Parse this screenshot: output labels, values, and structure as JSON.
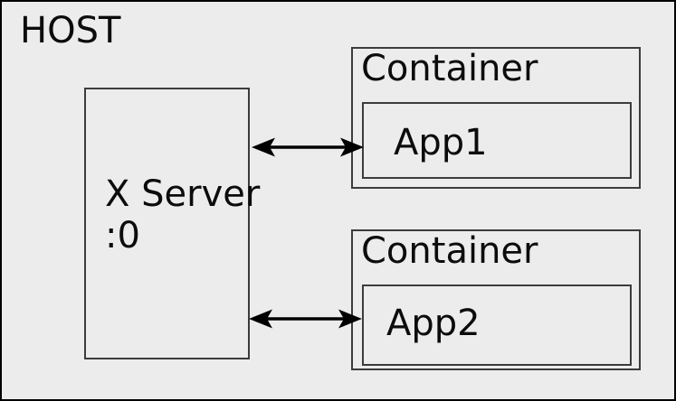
{
  "diagram": {
    "host_label": "HOST",
    "xserver": {
      "line1": "X Server",
      "line2": ":0"
    },
    "containers": [
      {
        "label": "Container",
        "app": "App1"
      },
      {
        "label": "Container",
        "app": "App2"
      }
    ],
    "connections": [
      {
        "name": "xserver-app1",
        "type": "bidirectional-arrow"
      },
      {
        "name": "xserver-app2",
        "type": "bidirectional-arrow"
      }
    ]
  },
  "colors": {
    "background": "#ececec",
    "outer_border": "#000000",
    "box_border": "#3c3c3c",
    "text": "#0c0c0c",
    "arrow": "#000000"
  }
}
